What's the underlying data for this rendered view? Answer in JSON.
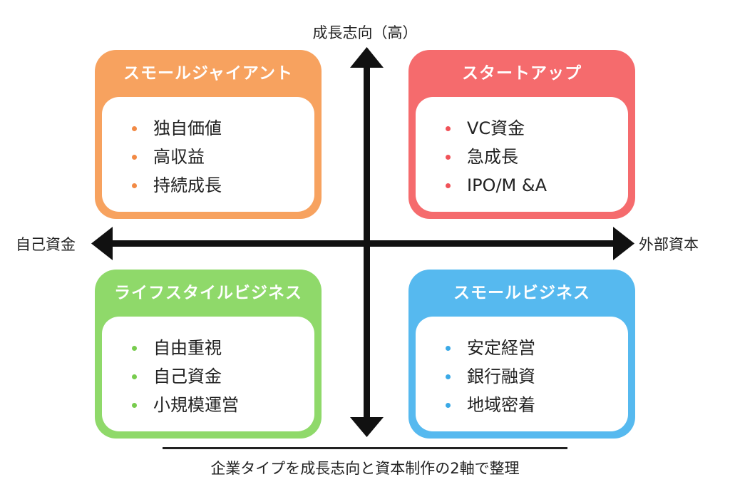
{
  "axes": {
    "top": "成長志向（高）",
    "left": "自己資金",
    "right": "外部資本"
  },
  "quadrants": [
    {
      "title": "スモールジャイアント",
      "color": "#f7a25f",
      "items": [
        "独自価値",
        "高収益",
        "持続成長"
      ]
    },
    {
      "title": "スタートアップ",
      "color": "#f56b6d",
      "items": [
        "VC資金",
        "急成長",
        "IPO/M &A"
      ]
    },
    {
      "title": "ライフスタイルビジネス",
      "color": "#8fd96a",
      "items": [
        "自由重視",
        "自己資金",
        "小規模運営"
      ]
    },
    {
      "title": "スモールビジネス",
      "color": "#56b9ef",
      "items": [
        "安定経営",
        "銀行融資",
        "地域密着"
      ]
    }
  ],
  "caption": "企業タイプを成長志向と資本制作の2軸で整理"
}
